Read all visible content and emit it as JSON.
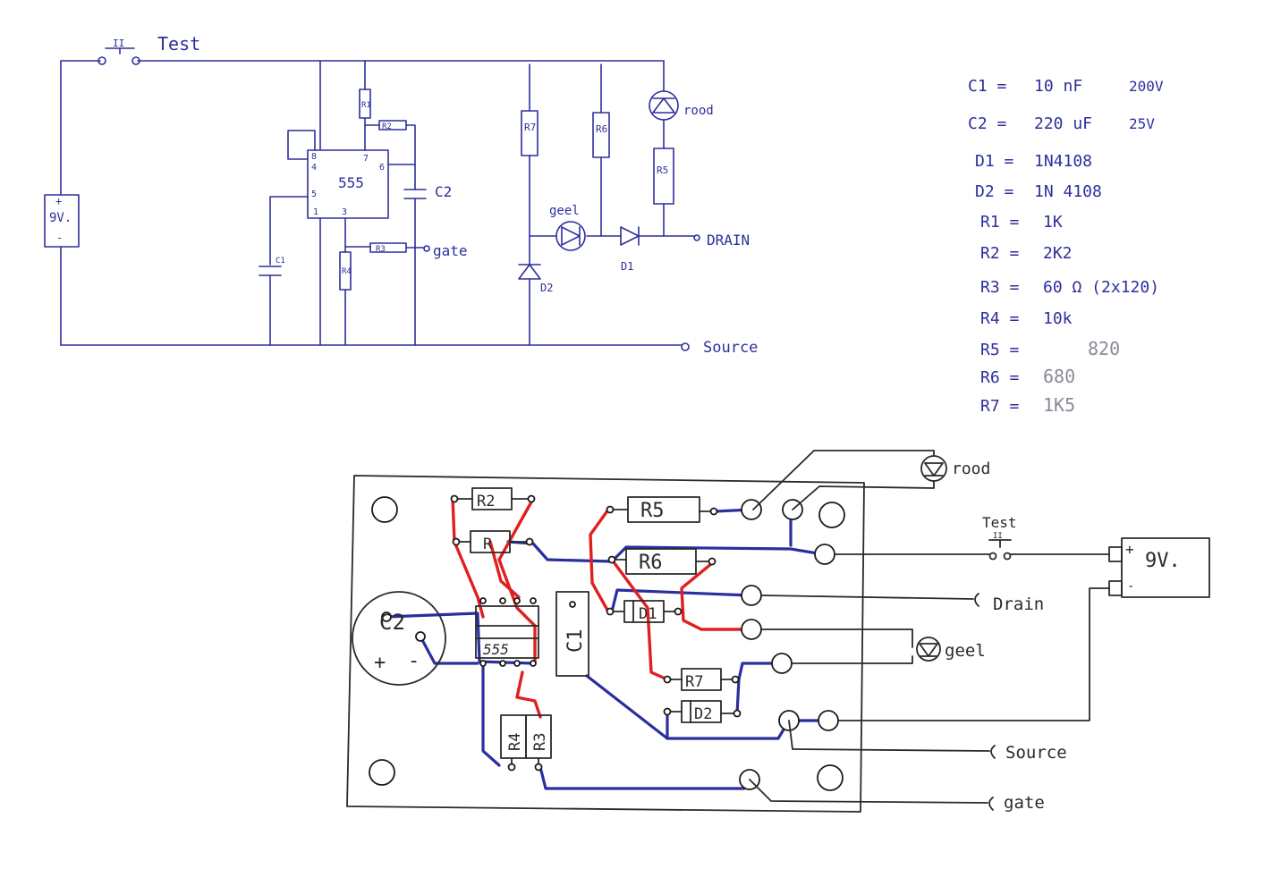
{
  "schematic": {
    "test_label": "Test",
    "switch_mark": "II",
    "battery_label": "9V.",
    "battery_plus": "+",
    "battery_minus": "-",
    "ic_label": "555",
    "pin8": "8",
    "pin4": "4",
    "pin7": "7",
    "pin6": "6",
    "pin5": "5",
    "pin1": "1",
    "pin3": "3",
    "r1": "R1",
    "r2": "R2",
    "r3": "R3",
    "r4": "R4",
    "r5": "R5",
    "r6": "R6",
    "r7": "R7",
    "c1": "C1",
    "c2_label": "C2",
    "gate_label": "gate",
    "geel_label": "geel",
    "rood_label": "rood",
    "d1_label": "D1",
    "d2_label": "D2",
    "drain_label": "DRAIN",
    "source_label": "Source"
  },
  "parts_list": [
    {
      "name": "C1 =",
      "value": "10 nF",
      "rating": "200V"
    },
    {
      "name": "C2 =",
      "value": "220 uF",
      "rating": "25V"
    },
    {
      "name": "D1 =",
      "value": "1N4108",
      "rating": ""
    },
    {
      "name": "D2 =",
      "value": "1N 4108",
      "rating": ""
    },
    {
      "name": "R1 =",
      "value": "1K",
      "rating": ""
    },
    {
      "name": "R2 =",
      "value": "2K2",
      "rating": ""
    },
    {
      "name": "R3 =",
      "value": "60 Ω (2x120)",
      "rating": ""
    },
    {
      "name": "R4 =",
      "value": "10k",
      "rating": ""
    },
    {
      "name": "R5 =",
      "value": "820",
      "rating": ""
    },
    {
      "name": "R6 =",
      "value": "680",
      "rating": ""
    },
    {
      "name": "R7 =",
      "value": "1K5",
      "rating": ""
    }
  ],
  "board": {
    "r2": "R2",
    "r1": "R",
    "r5": "R5",
    "r6": "R6",
    "d1": "D1",
    "r7": "R7",
    "d2": "D2",
    "r4": "R4",
    "r3": "R3",
    "ic": "555",
    "c1": "C1",
    "c2": "C2",
    "c2_plus": "+",
    "c2_minus": "-",
    "rood_label": "rood",
    "test_label": "Test",
    "switch_mark": "II",
    "battery_label": "9V.",
    "battery_plus": "+",
    "battery_minus": "-",
    "drain_label": "Drain",
    "geel_label": "geel",
    "source_label": "Source",
    "gate_label": "gate"
  }
}
